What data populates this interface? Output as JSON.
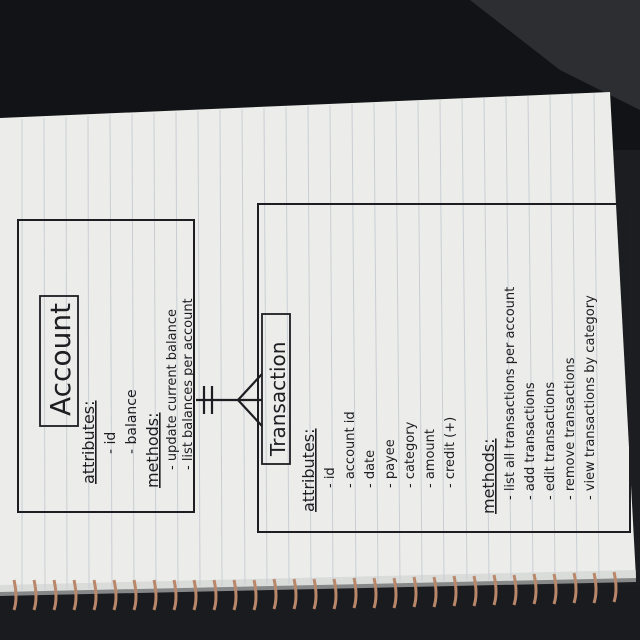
{
  "account": {
    "title": "Account",
    "attributes_label": "attributes:",
    "attributes": [
      "- id",
      "- balance"
    ],
    "methods_label": "methods:",
    "methods": [
      "- update current balance",
      "- list balances per account"
    ]
  },
  "transaction": {
    "title": "Transaction",
    "attributes_label": "attributes:",
    "attributes": [
      "- id",
      "- account id",
      "- date",
      "- payee",
      "- category",
      "- amount",
      "- credit (+)"
    ],
    "methods_label": "methods:",
    "methods": [
      "- list all transactions per account",
      "- add transactions",
      "- edit transactions",
      "- remove transactions",
      "- view transactions by category"
    ]
  },
  "colors": {
    "paper": "#ecedea",
    "rule_line": "#c9ced4",
    "ink": "#1d1d22",
    "spiral": "#b9876a"
  }
}
